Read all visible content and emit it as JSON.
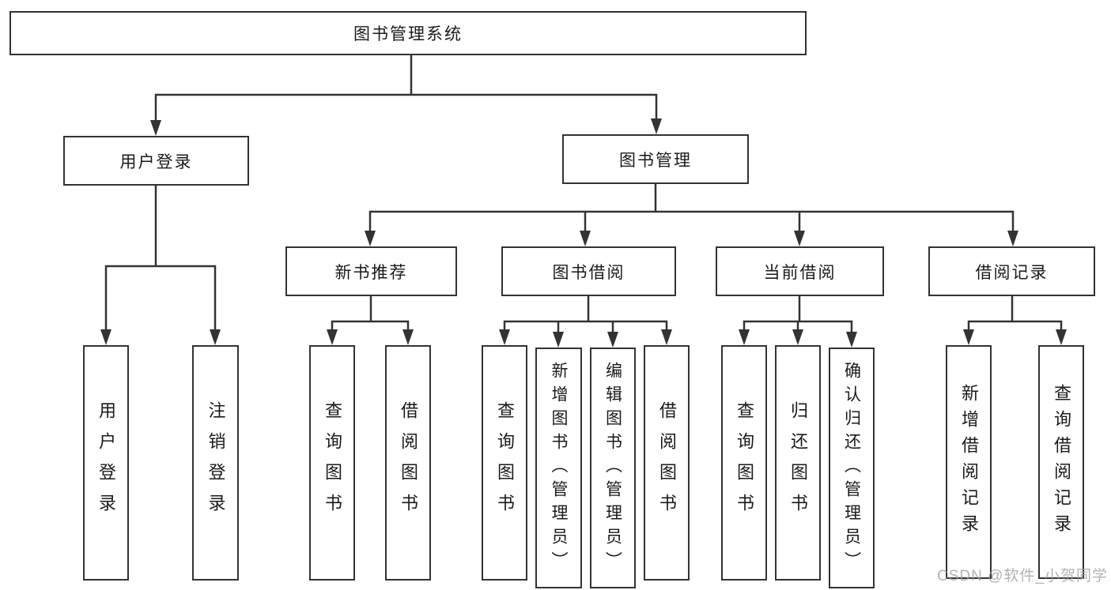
{
  "diagram": {
    "type": "hierarchy-tree",
    "colors": {
      "line": "#333333",
      "box_border": "#333333",
      "box_fill": "#ffffff",
      "text": "#1a1a1a",
      "watermark": "#9e9e9e",
      "background": "#ffffff"
    },
    "nodes": {
      "root": {
        "label": "图书管理系统"
      },
      "user_login": {
        "label": "用户登录"
      },
      "book_mgmt": {
        "label": "图书管理"
      },
      "new_book_rec": {
        "label": "新书推荐"
      },
      "book_borrow": {
        "label": "图书借阅"
      },
      "current_borrow": {
        "label": "当前借阅"
      },
      "borrow_records": {
        "label": "借阅记录"
      },
      "leaf_user_login": {
        "label": "用户登录"
      },
      "leaf_logout": {
        "label": "注销登录"
      },
      "leaf_nbr_query": {
        "label": "查询图书"
      },
      "leaf_nbr_borrow": {
        "label": "借阅图书"
      },
      "leaf_bb_query": {
        "label": "查询图书"
      },
      "leaf_bb_add": {
        "label": "新增图书（管理员）"
      },
      "leaf_bb_edit": {
        "label": "编辑图书（管理员）"
      },
      "leaf_bb_borrow": {
        "label": "借阅图书"
      },
      "leaf_cb_query": {
        "label": "查询图书"
      },
      "leaf_cb_return": {
        "label": "归还图书"
      },
      "leaf_cb_confirm": {
        "label": "确认归还（管理员）"
      },
      "leaf_br_add": {
        "label": "新增借阅记录"
      },
      "leaf_br_query": {
        "label": "查询借阅记录"
      }
    },
    "hierarchy": {
      "图书管理系统": {
        "用户登录": [
          "用户登录",
          "注销登录"
        ],
        "图书管理": {
          "新书推荐": [
            "查询图书",
            "借阅图书"
          ],
          "图书借阅": [
            "查询图书",
            "新增图书（管理员）",
            "编辑图书（管理员）",
            "借阅图书"
          ],
          "当前借阅": [
            "查询图书",
            "归还图书",
            "确认归还（管理员）"
          ],
          "借阅记录": [
            "新增借阅记录",
            "查询借阅记录"
          ]
        }
      }
    },
    "watermark": {
      "text": "CSDN @软件_小贺同学"
    }
  }
}
